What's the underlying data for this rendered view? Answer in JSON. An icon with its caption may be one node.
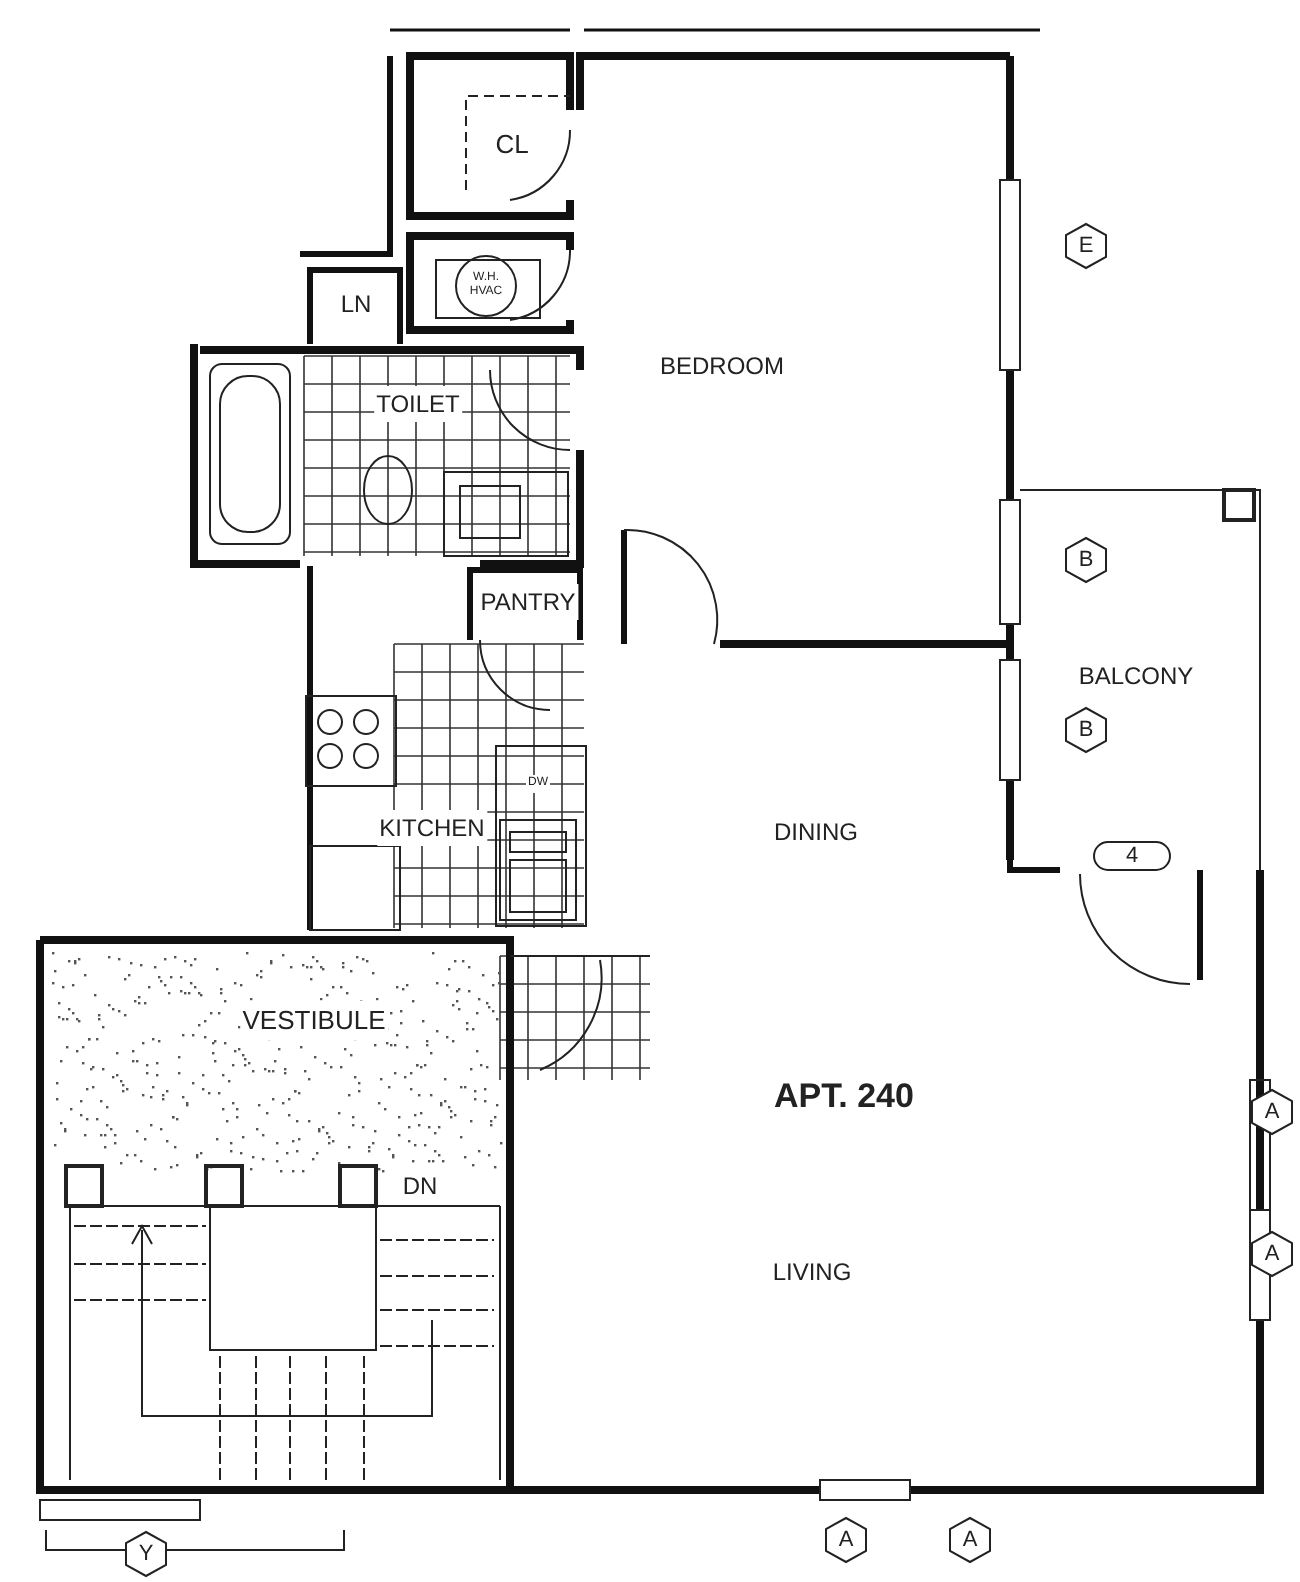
{
  "diagram": {
    "nodes": [
      {
        "text": [
          "E"
        ]
      },
      {
        "text": [
          "B"
        ]
      },
      {
        "text": [
          "B"
        ]
      },
      {
        "text": [
          "4"
        ]
      },
      {
        "text": [
          "A"
        ]
      },
      {
        "text": [
          "A"
        ]
      },
      {
        "text": [
          "A"
        ]
      },
      {
        "text": [
          "A"
        ]
      },
      {
        "text": [
          "Y"
        ]
      }
    ],
    "labels": [
      "CL",
      "W.H. HVAC",
      "LN",
      "BEDROOM",
      "TOILET",
      "PANTRY",
      "BALCONY",
      "DW",
      "KITCHEN",
      "DINING",
      "VESTIBULE",
      "APT. 240",
      "DN",
      "LIVING"
    ]
  }
}
